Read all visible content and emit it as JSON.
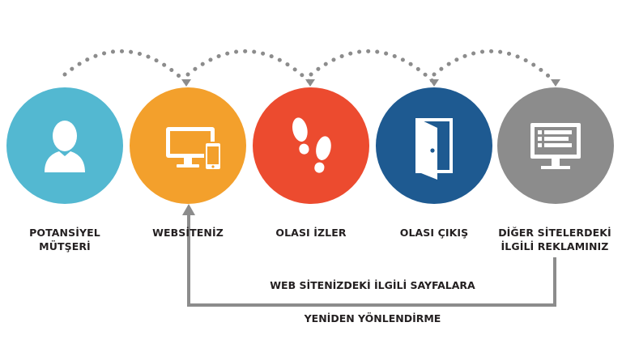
{
  "steps": [
    {
      "line1": "POTANSİYEL",
      "line2": "MÜTŞERİ",
      "color": "#53b8d1",
      "icon": "person-icon"
    },
    {
      "line1": "WEBSİTENİZ",
      "line2": "",
      "color": "#f3a02c",
      "icon": "desktop-phone-icon"
    },
    {
      "line1": "OLASI İZLER",
      "line2": "",
      "color": "#ec4b2f",
      "icon": "footprints-icon"
    },
    {
      "line1": "OLASI ÇIKIŞ",
      "line2": "",
      "color": "#1e5a91",
      "icon": "door-icon"
    },
    {
      "line1": "DİĞER SİTELERDEKİ",
      "line2": "İLGİLİ REKLAMINIZ",
      "color": "#8c8c8c",
      "icon": "monitor-list-icon"
    }
  ],
  "redirect": {
    "line1": "WEB SİTENİZDEKİ İLGİLİ SAYFALARA",
    "line2": "YENİDEN YÖNLENDİRME",
    "color": "#8c8c8c"
  },
  "arrow_color": "#8c8c8c"
}
